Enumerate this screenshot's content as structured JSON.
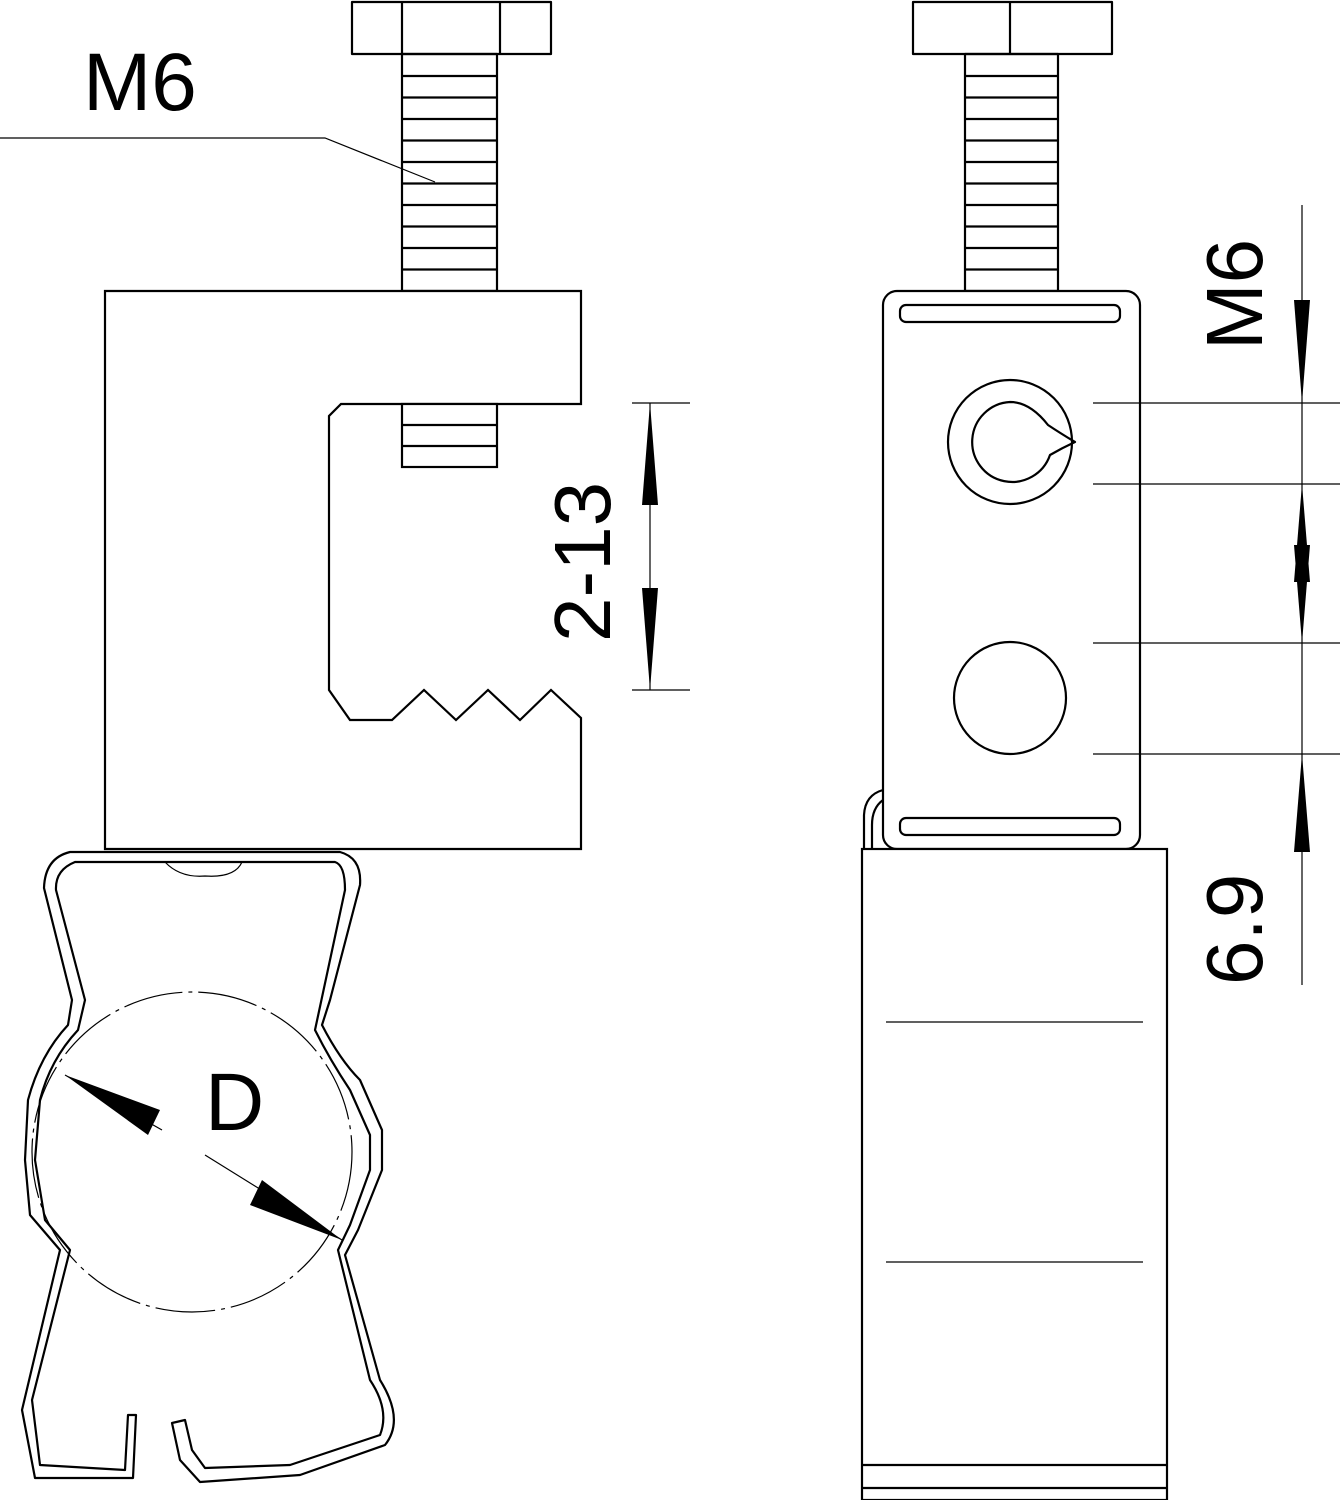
{
  "drawing": {
    "side_view": {
      "thread_label": "M6",
      "clamp_range_label": "2-13",
      "diameter_label": "D"
    },
    "front_view": {
      "thread_label": "M6",
      "distance_label": "6.9"
    },
    "colors": {
      "line": "#000000",
      "background": "#ffffff"
    }
  }
}
